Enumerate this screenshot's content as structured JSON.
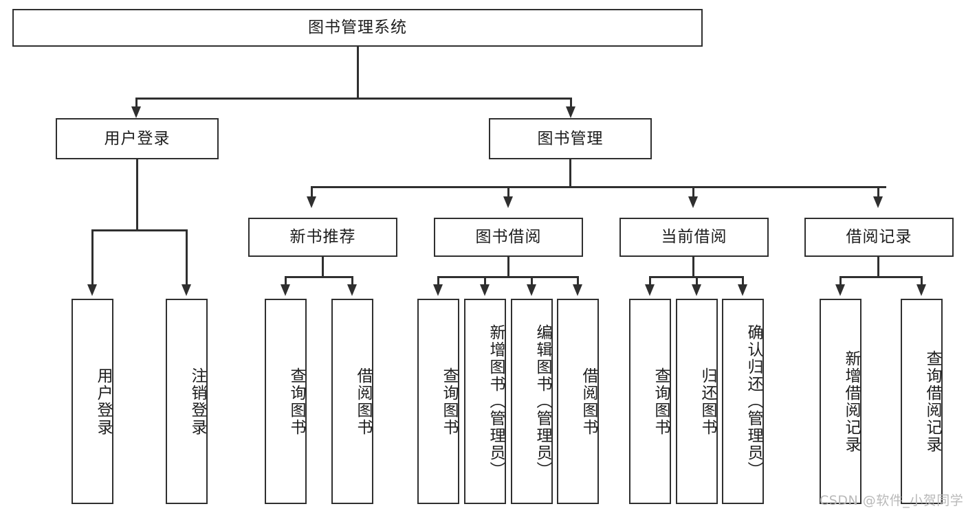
{
  "diagram": {
    "type": "hierarchy-tree",
    "root": {
      "label": "图书管理系统"
    },
    "level2": [
      {
        "label": "用户登录"
      },
      {
        "label": "图书管理"
      }
    ],
    "level3": [
      {
        "label": "新书推荐"
      },
      {
        "label": "图书借阅"
      },
      {
        "label": "当前借阅"
      },
      {
        "label": "借阅记录"
      }
    ],
    "leaves": {
      "user_login": [
        {
          "label": "用户登录"
        },
        {
          "label": "注销登录"
        }
      ],
      "new_book_recommend": [
        {
          "label": "查询图书"
        },
        {
          "label": "借阅图书"
        }
      ],
      "book_borrow": [
        {
          "label": "查询图书"
        },
        {
          "label": "新增图书（管理员）"
        },
        {
          "label": "编辑图书（管理员）"
        },
        {
          "label": "借阅图书"
        }
      ],
      "current_borrow": [
        {
          "label": "查询图书"
        },
        {
          "label": "归还图书"
        },
        {
          "label": "确认归还（管理员）"
        }
      ],
      "borrow_record": [
        {
          "label": "新增借阅记录"
        },
        {
          "label": "查询借阅记录"
        }
      ]
    }
  },
  "watermark": {
    "text": "CSDN @软件_小贺同学"
  },
  "colors": {
    "stroke": "#2f2f2f",
    "text": "#1d1d1d",
    "background": "#ffffff",
    "watermark": "#b9b9b9"
  }
}
